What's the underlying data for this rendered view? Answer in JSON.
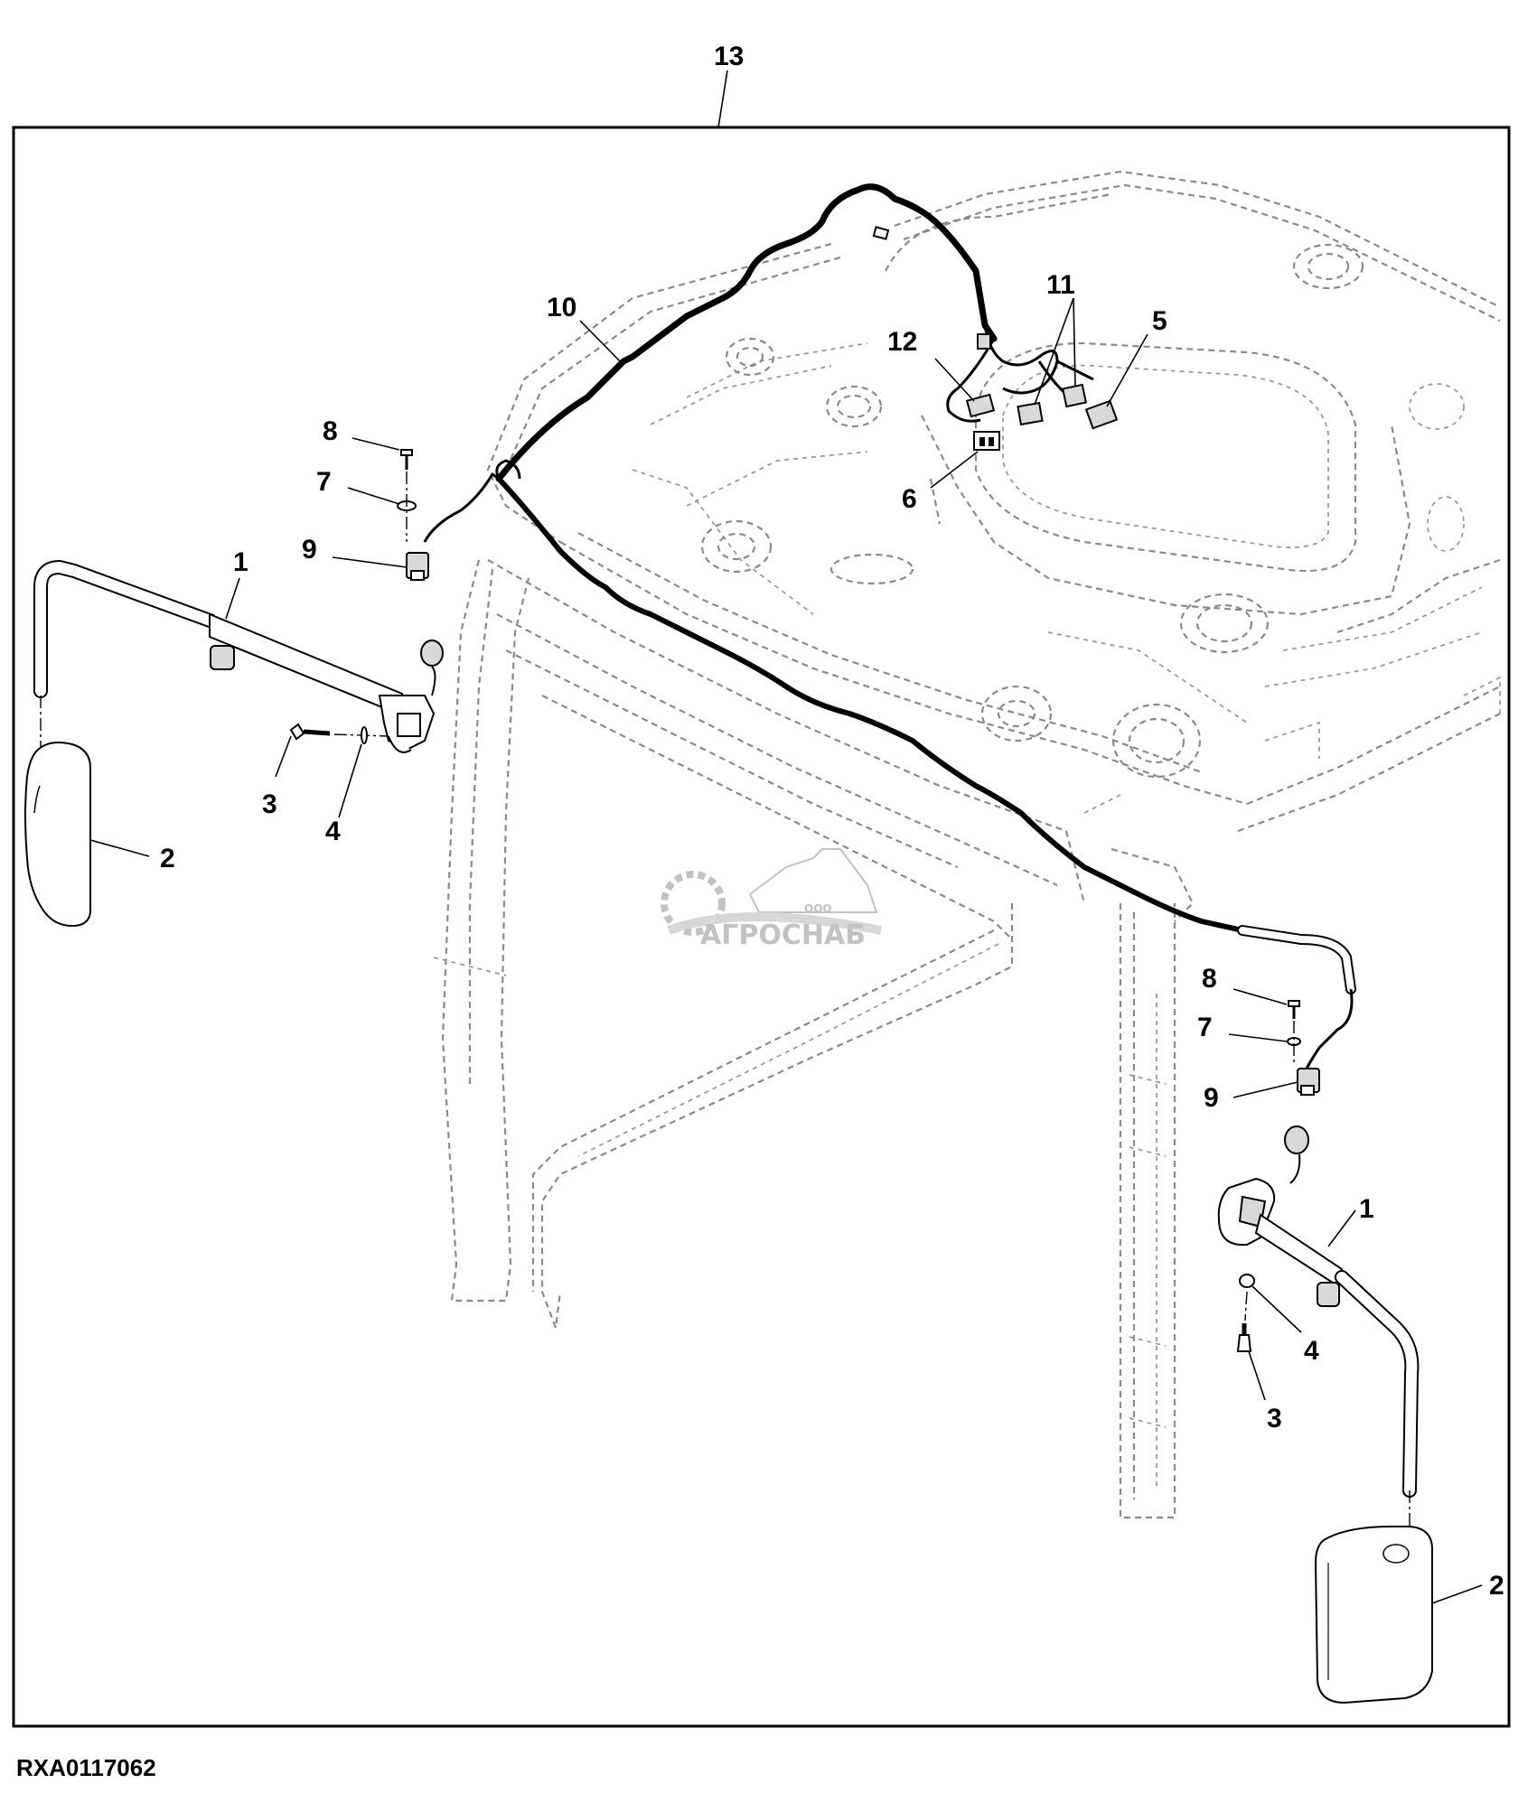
{
  "figure_id": "RXA0117062",
  "watermark": {
    "brand": "АГРОСНАБ",
    "prefix": "ООО"
  },
  "callouts": {
    "c13": "13",
    "c10": "10",
    "c11": "11",
    "c12": "12",
    "c5": "5",
    "c6": "6",
    "c8_left": "8",
    "c7_left": "7",
    "c9_left": "9",
    "c1_left": "1",
    "c3_left": "3",
    "c4_left": "4",
    "c2_left": "2",
    "c8_right": "8",
    "c7_right": "7",
    "c9_right": "9",
    "c1_right": "1",
    "c4_right": "4",
    "c3_right": "3",
    "c2_right": "2"
  }
}
